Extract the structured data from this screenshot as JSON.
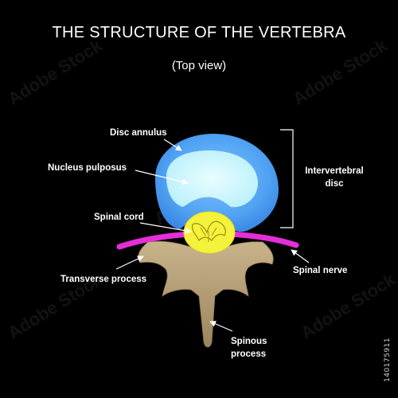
{
  "title": "THE STRUCTURE OF THE VERTEBRA",
  "subtitle": "(Top view)",
  "labels": {
    "disc_annulus": "Disc annulus",
    "nucleus_pulposus": "Nucleus pulposus",
    "spinal_cord": "Spinal cord",
    "transverse_process": "Transverse process",
    "intervertebral_disc": "Intervertebral disc",
    "spinal_nerve": "Spinal nerve",
    "spinous_process": "Spinous process"
  },
  "stock_id": "140175911",
  "watermark": "Adobe Stock",
  "colors": {
    "background": "#000000",
    "annulus": "#4fa1f2",
    "nucleus": "#c8f7fd",
    "spinal_cord": "#f4f23a",
    "nerve": "#e42fd8",
    "bone": "#b39b73"
  }
}
